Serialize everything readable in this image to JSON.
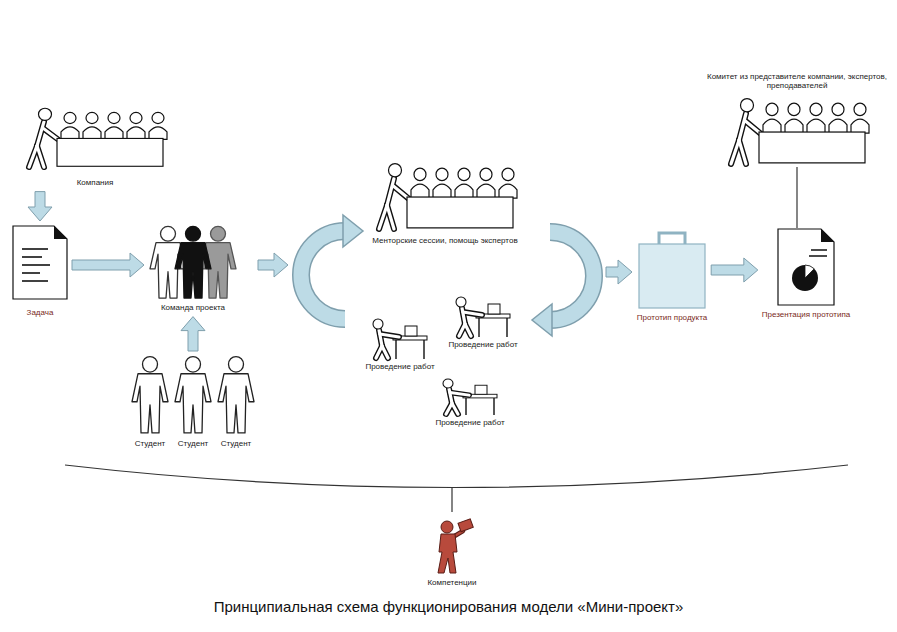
{
  "diagram": {
    "caption": "Принципиальная схема функционирования модели «Мини-проект»",
    "nodes": [
      {
        "text": [
          "Компания"
        ]
      },
      {
        "text": [
          "Задача"
        ]
      },
      {
        "text": [
          "Команда проекта"
        ]
      },
      {
        "text": [
          "Студент"
        ]
      },
      {
        "text": [
          "Студент"
        ]
      },
      {
        "text": [
          "Студент"
        ]
      },
      {
        "text": [
          "Менторские сессии, помощь экспертов"
        ]
      },
      {
        "text": [
          "Проведение работ"
        ]
      },
      {
        "text": [
          "Проведение работ"
        ]
      },
      {
        "text": [
          "Проведение работ"
        ]
      },
      {
        "text": [
          "Прототип продукта"
        ]
      },
      {
        "text": [
          "Комитет из представителе компании, экспертов, преподавателей"
        ]
      },
      {
        "text": [
          "Презентация прототипа"
        ]
      },
      {
        "text": [
          "Компетенции"
        ]
      }
    ],
    "edges": [
      {
        "from": 0,
        "to": 1,
        "arrow": "to"
      },
      {
        "from": 1,
        "to": 2,
        "arrow": "to"
      },
      {
        "from": 4,
        "to": 2,
        "arrow": "to"
      },
      {
        "from": 10,
        "to": 12,
        "arrow": "to"
      },
      {
        "from": 11,
        "to": 12,
        "arrow": "none"
      }
    ]
  }
}
